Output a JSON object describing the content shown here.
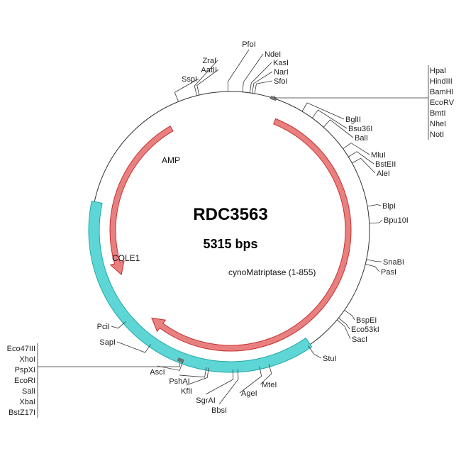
{
  "plasmid": {
    "name": "RDC3563",
    "length_label": "5315 bps",
    "length_bp": 5315
  },
  "colors": {
    "backbone": "#333333",
    "cds_fill": "#e88080",
    "cds_stroke": "#c83030",
    "ori_fill": "#5fd6d6",
    "ori_stroke": "#20a8a8",
    "site_marker": "#777777"
  },
  "features": [
    {
      "name": "AMP",
      "type": "cds",
      "start_deg": 330,
      "end_deg": 248,
      "direction": "ccw"
    },
    {
      "name": "cynoMatriptase (1-855)",
      "type": "cds",
      "start_deg": 22,
      "end_deg": 222,
      "direction": "cw"
    },
    {
      "name": "COLE1",
      "type": "rep_origin",
      "start_deg": 145,
      "end_deg": 282,
      "direction": "none"
    }
  ],
  "sites": [
    {
      "name": "PfoI",
      "deg": 359
    },
    {
      "name": "NdeI",
      "deg": 5
    },
    {
      "name": "KasI",
      "deg": 8
    },
    {
      "name": "NarI",
      "deg": 9
    },
    {
      "name": "SfoI",
      "deg": 10
    },
    {
      "name": "ZraI",
      "deg": 346
    },
    {
      "name": "AatII",
      "deg": 347
    },
    {
      "name": "SspI",
      "deg": 338
    },
    {
      "name": "BglII",
      "deg": 31
    },
    {
      "name": "Bsu36I",
      "deg": 36
    },
    {
      "name": "BalI",
      "deg": 42
    },
    {
      "name": "MluI",
      "deg": 54
    },
    {
      "name": "BstEII",
      "deg": 58
    },
    {
      "name": "AleI",
      "deg": 61
    },
    {
      "name": "BlpI",
      "deg": 80
    },
    {
      "name": "Bpu10I",
      "deg": 87
    },
    {
      "name": "SnaBI",
      "deg": 102
    },
    {
      "name": "PasI",
      "deg": 104
    },
    {
      "name": "BspEI",
      "deg": 125
    },
    {
      "name": "Eco53kI",
      "deg": 129
    },
    {
      "name": "SacI",
      "deg": 130
    },
    {
      "name": "StuI",
      "deg": 146
    },
    {
      "name": "MteI",
      "deg": 164
    },
    {
      "name": "AgeI",
      "deg": 168
    },
    {
      "name": "BbsI",
      "deg": 177
    },
    {
      "name": "SgrAI",
      "deg": 179
    },
    {
      "name": "KflI",
      "deg": 189
    },
    {
      "name": "PshAI",
      "deg": 190
    },
    {
      "name": "AscI",
      "deg": 200
    },
    {
      "name": "SapI",
      "deg": 215
    },
    {
      "name": "PciI",
      "deg": 229
    }
  ],
  "site_groups": [
    {
      "id": "mcs-top",
      "deg": 18,
      "names": [
        "HpaI",
        "HindIII",
        "BamHI",
        "EcoRV",
        "BmtI",
        "NheI",
        "NotI"
      ]
    },
    {
      "id": "mcs-bottom",
      "deg": 201,
      "names": [
        "Eco47III",
        "XhoI",
        "PspXI",
        "EcoRI",
        "SalI",
        "XbaI",
        "BstZ17I"
      ]
    }
  ]
}
